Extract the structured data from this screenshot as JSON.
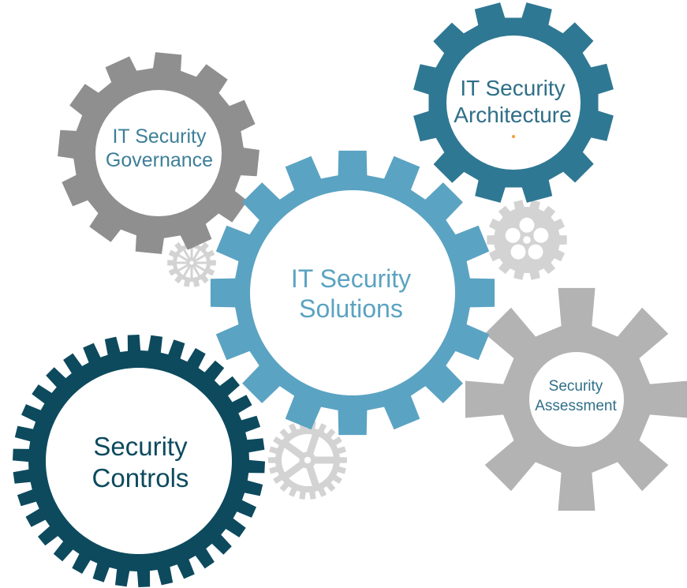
{
  "colors": {
    "governance": "#8f8f8f",
    "architecture": "#2f7893",
    "solutions": "#5ba3c2",
    "controls": "#0d4a5e",
    "assessment": "#b3b3b3",
    "small_gear": "#d3d3d3",
    "text_governance": "#3e7f98",
    "text_architecture": "#2f6f88",
    "text_solutions": "#5ba3c2",
    "text_controls": "#0d4a5e",
    "text_assessment": "#2f6f88"
  },
  "gears": {
    "governance": {
      "line1": "IT Security",
      "line2": "Governance"
    },
    "architecture": {
      "line1": "IT Security",
      "line2": "Architecture"
    },
    "solutions": {
      "line1": "IT Security",
      "line2": "Solutions"
    },
    "controls": {
      "line1": "Security",
      "line2": "Controls"
    },
    "assessment": {
      "line1": "Security",
      "line2": "Assessment"
    }
  }
}
